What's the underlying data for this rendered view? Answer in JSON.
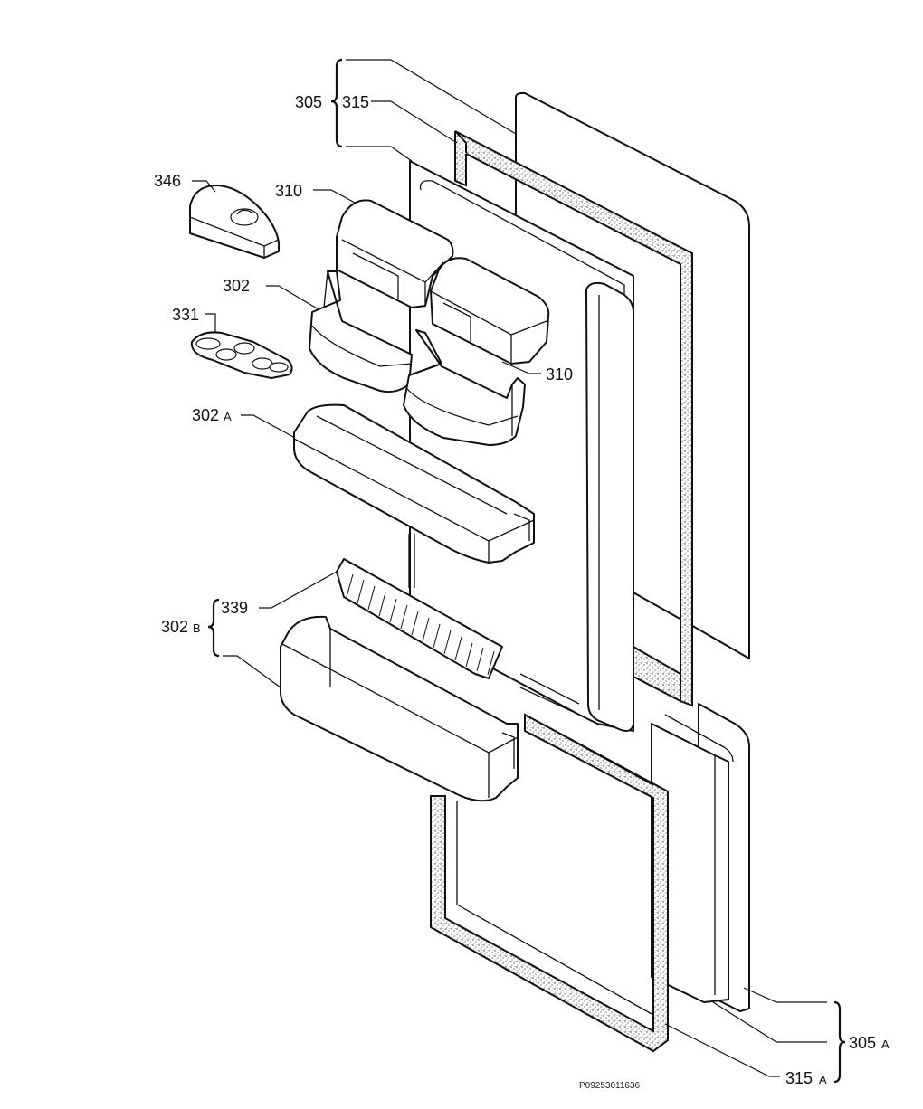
{
  "labels": {
    "l305": "305",
    "l315": "315",
    "l346": "346",
    "l310a": "310",
    "l310b": "310",
    "l302": "302",
    "l331": "331",
    "l302A": "302",
    "l302A_suffix": "A",
    "l339": "339",
    "l302B": "302",
    "l302B_suffix": "B",
    "l305A": "305",
    "l305A_suffix": "A",
    "l315A": "315",
    "l315A_suffix": "A"
  },
  "footer_code": "P09253011636",
  "colors": {
    "line": "#111111",
    "gasket": "#555555",
    "background": "#ffffff"
  }
}
